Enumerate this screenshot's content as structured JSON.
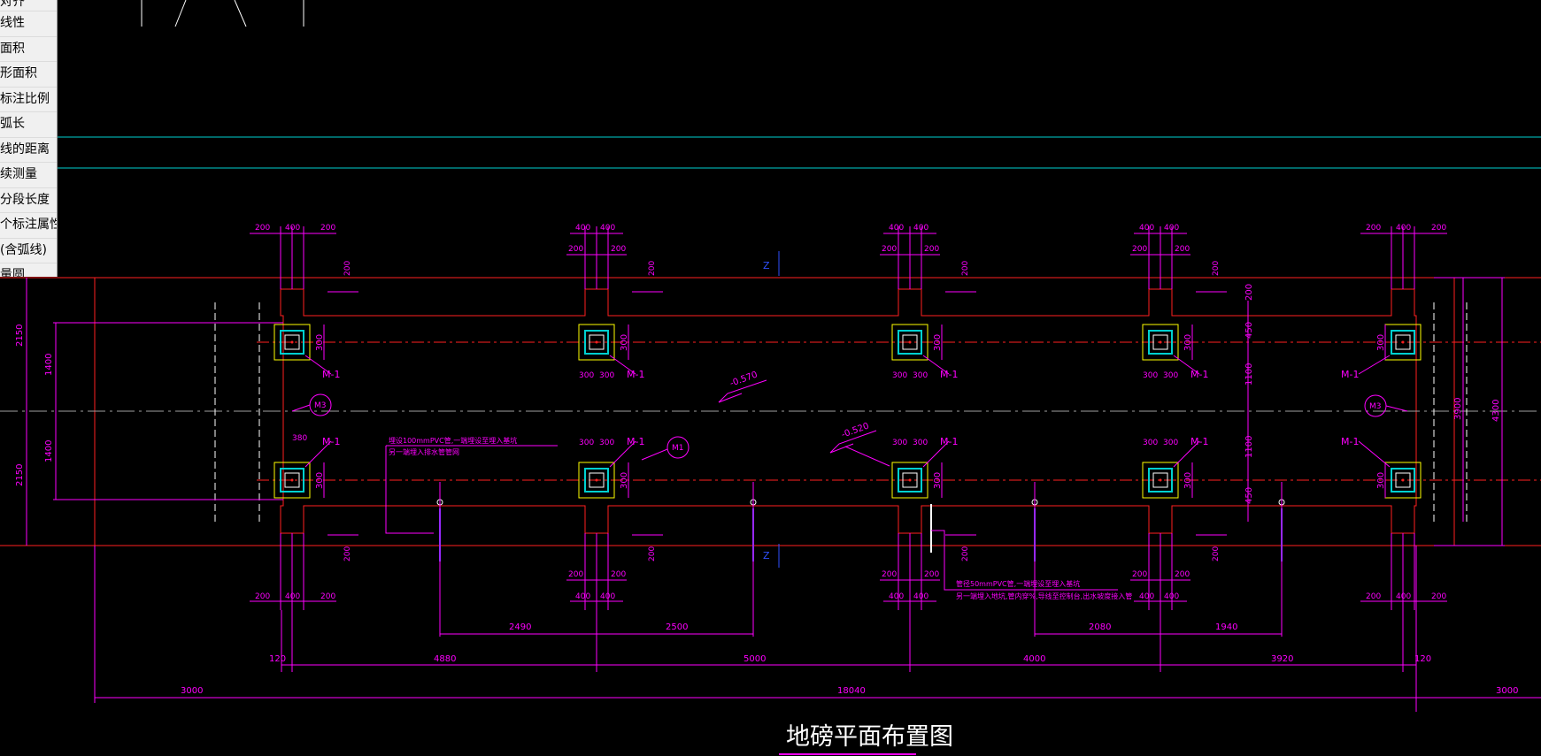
{
  "side_menu": {
    "items": [
      "对齐",
      "线性",
      "面积",
      "形面积",
      "标注比例",
      "弧长",
      "线的距离",
      "续测量",
      "分段长度",
      "个标注属性",
      "(含弧线)",
      "量圆"
    ]
  },
  "drawing": {
    "title": "地磅平面布置图",
    "top_dims_a": [
      "200",
      "400",
      "200"
    ],
    "top_dims_b": [
      "400",
      "400"
    ],
    "top_dims_c": [
      "200",
      "200"
    ],
    "dim_200": "200",
    "dim_300": "300",
    "dim_380": "380",
    "dim_z": "Z",
    "label_m1": "M-1",
    "label_m1_circle": "M1",
    "label_m3": "M3",
    "elev_1": "-0.570",
    "elev_2": "-0.520",
    "note_pipe_100_1": "埋设100mmPVC管,一端埋设至埋入基坑",
    "note_pipe_100_2": "另一端埋入排水管管网",
    "note_pipe_50_1": "管径50mmPVC管,一端埋设至埋入基坑",
    "note_pipe_50_2": "另一端埋入地坑,管内穿%,导线至控制台,出水坡度接入管",
    "left_dims": [
      "2150",
      "1400",
      "1400",
      "2150"
    ],
    "right_dims": [
      "200",
      "450",
      "1100",
      "1100",
      "450",
      "3900",
      "4300"
    ],
    "pipe_spacing": [
      "2490",
      "2500",
      "2080",
      "1940"
    ],
    "span_dims": [
      "120",
      "4880",
      "5000",
      "4000",
      "3920",
      "120"
    ],
    "overall_dims": [
      "3000",
      "18040",
      "3000"
    ]
  },
  "colors": {
    "background": "#000000",
    "red": "#ff2020",
    "magenta": "#ff00ff",
    "cyan": "#00d0d0",
    "yellow": "#ffff00",
    "white": "#ffffff",
    "blue": "#3050ff",
    "menu_bg": "#f0f0f0"
  }
}
